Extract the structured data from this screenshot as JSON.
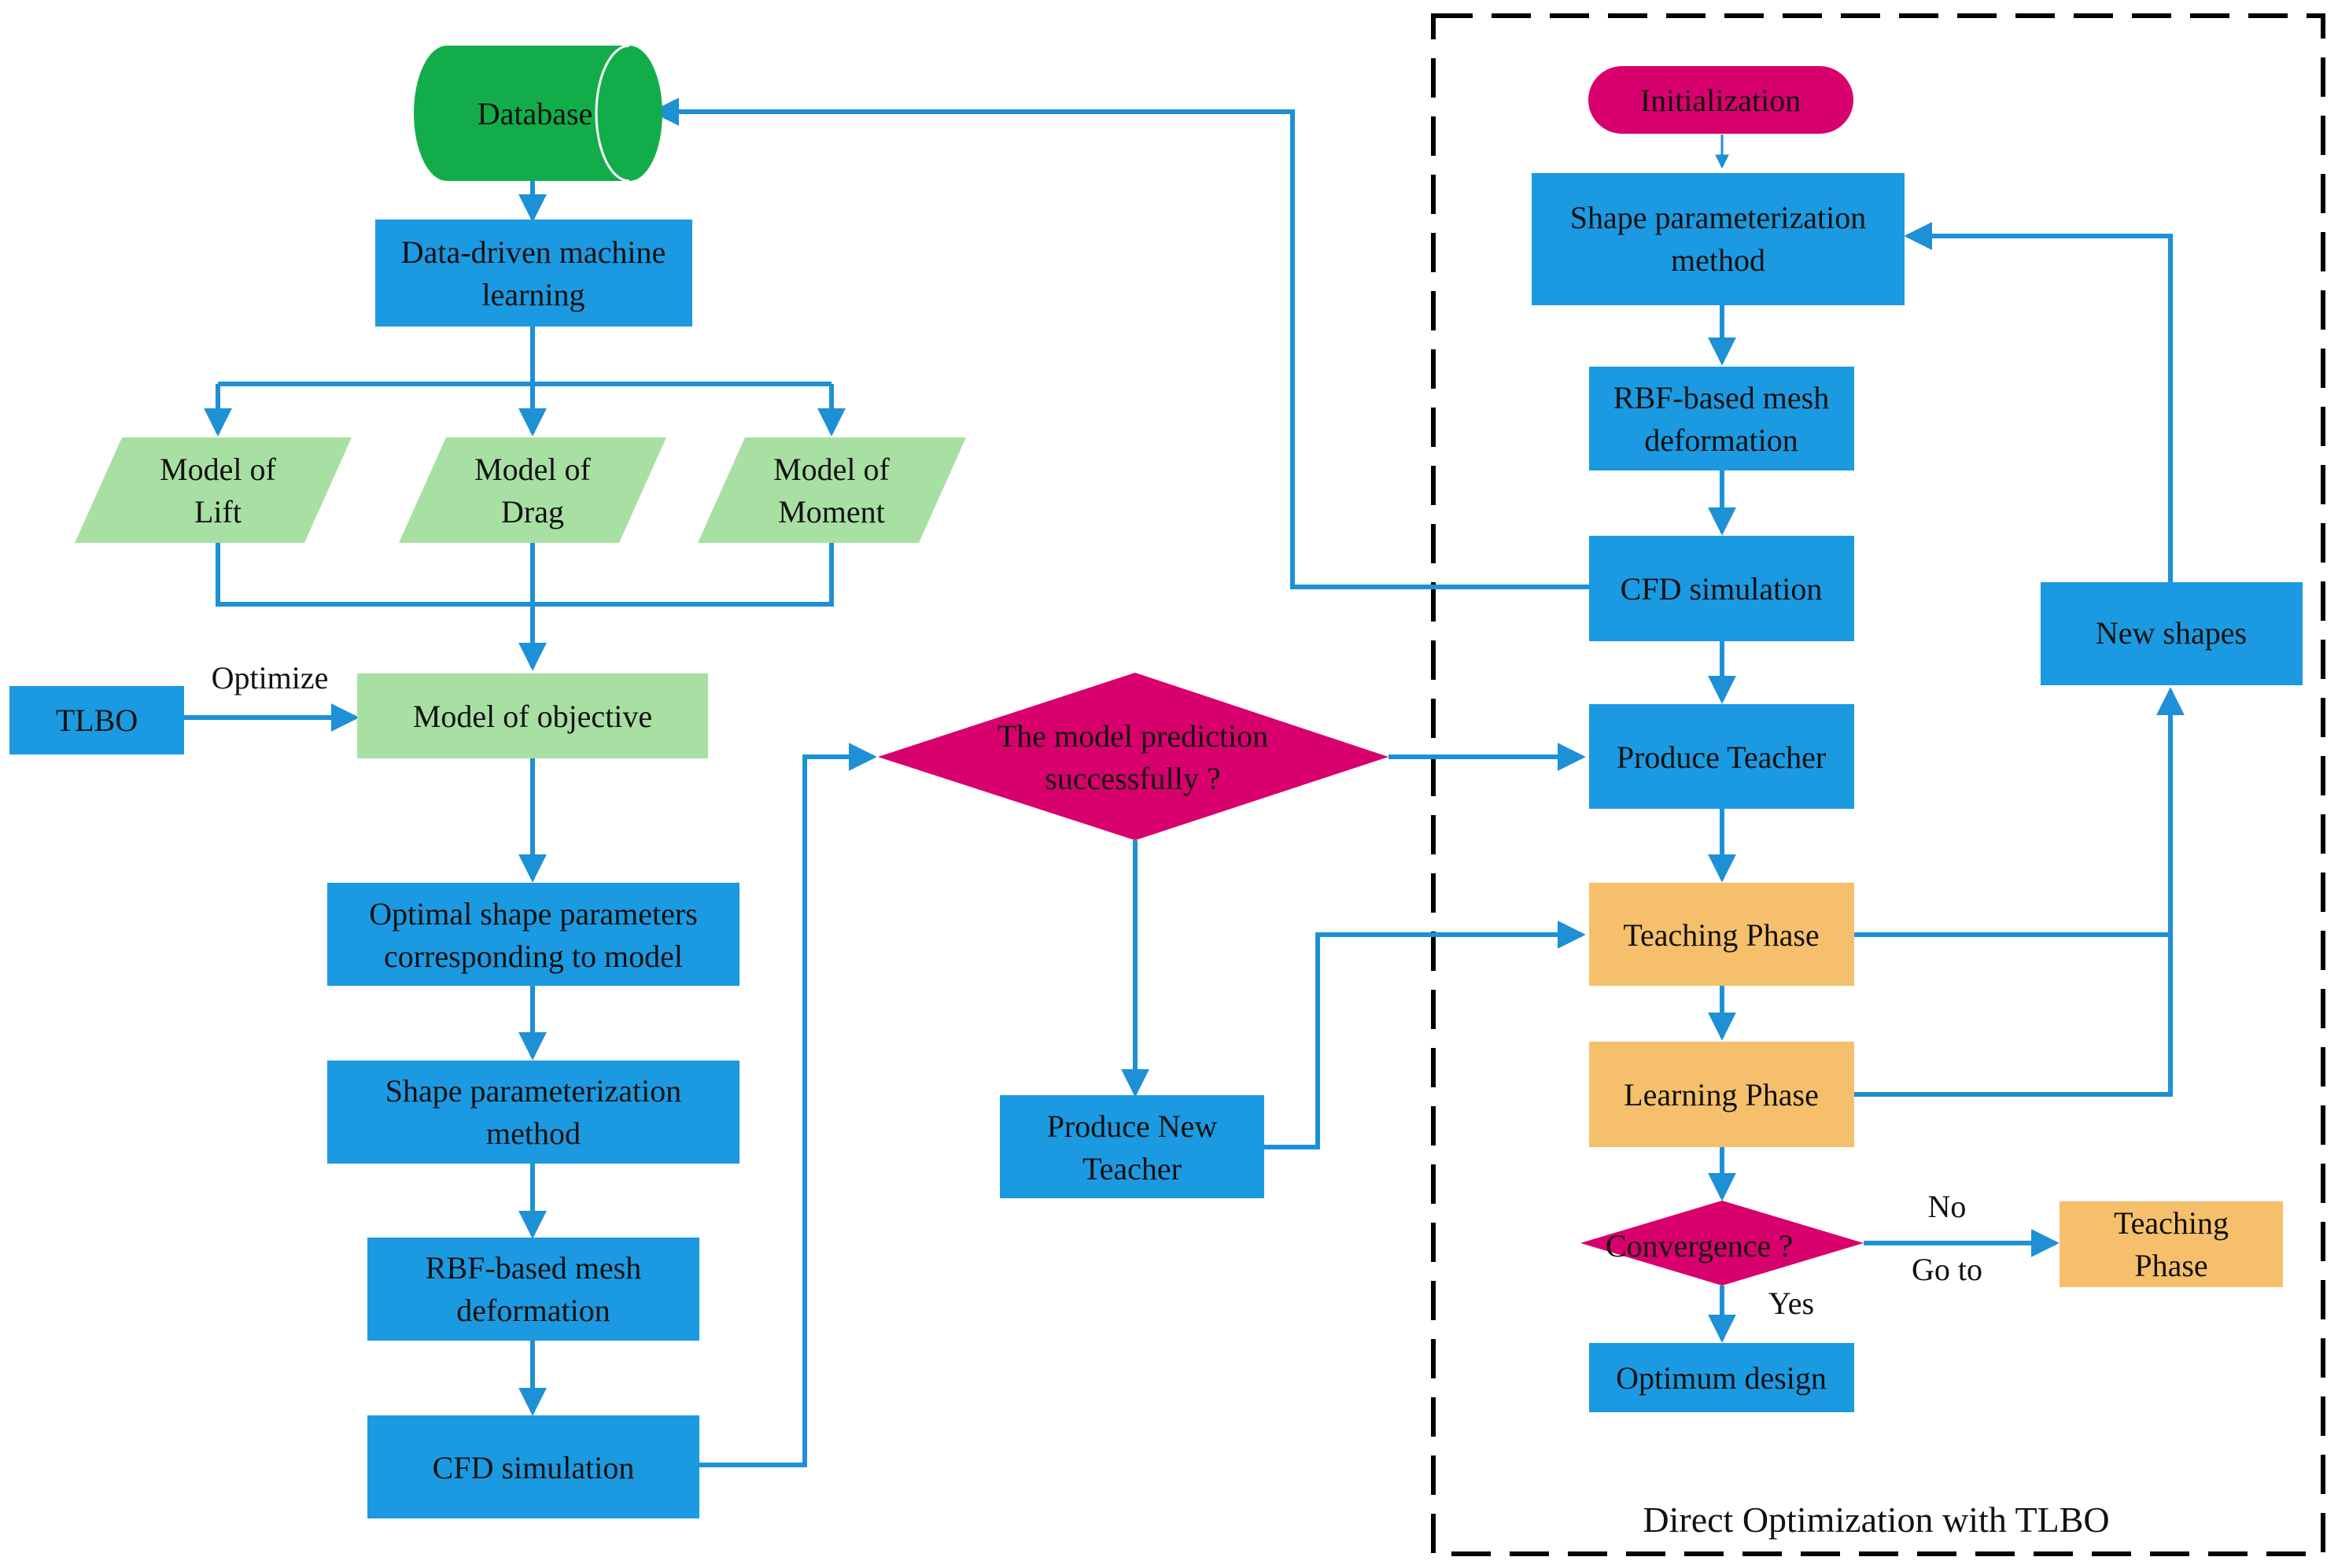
{
  "colors": {
    "blue": "#1b9ae1",
    "green_db": "#12ad4a",
    "light_green": "#a8e0a3",
    "magenta": "#d8006c",
    "orange": "#f6bf6b",
    "arrow": "#1e90d6",
    "border": "#000000"
  },
  "nodes": {
    "database": {
      "lines": [
        "Database"
      ],
      "shape": "cylinder"
    },
    "ml": {
      "lines": [
        "Data-driven machine",
        "learning"
      ],
      "shape": "rect"
    },
    "lift": {
      "lines": [
        "Model of",
        "Lift"
      ],
      "shape": "parallelogram"
    },
    "drag": {
      "lines": [
        "Model of",
        "Drag"
      ],
      "shape": "parallelogram"
    },
    "moment": {
      "lines": [
        "Model of",
        "Moment"
      ],
      "shape": "parallelogram"
    },
    "tlbo": {
      "lines": [
        "TLBO"
      ],
      "shape": "rect"
    },
    "objective": {
      "lines": [
        "Model of objective"
      ],
      "shape": "rect"
    },
    "optimal": {
      "lines": [
        "Optimal shape parameters",
        "corresponding to model"
      ],
      "shape": "rect"
    },
    "shape_left": {
      "lines": [
        "Shape parameterization",
        "method"
      ],
      "shape": "rect"
    },
    "rbf_left": {
      "lines": [
        "RBF-based mesh",
        "deformation"
      ],
      "shape": "rect"
    },
    "cfd_left": {
      "lines": [
        "CFD simulation"
      ],
      "shape": "rect"
    },
    "prediction": {
      "lines": [
        "The model prediction",
        "successfully ?"
      ],
      "shape": "diamond"
    },
    "new_teacher": {
      "lines": [
        "Produce New",
        "Teacher"
      ],
      "shape": "rect"
    },
    "init": {
      "lines": [
        "Initialization"
      ],
      "shape": "terminal"
    },
    "shape_right": {
      "lines": [
        "Shape parameterization",
        "method"
      ],
      "shape": "rect"
    },
    "rbf_right": {
      "lines": [
        "RBF-based mesh",
        "deformation"
      ],
      "shape": "rect"
    },
    "cfd_right": {
      "lines": [
        "CFD simulation"
      ],
      "shape": "rect"
    },
    "produce_teacher": {
      "lines": [
        "Produce Teacher"
      ],
      "shape": "rect"
    },
    "teaching": {
      "lines": [
        "Teaching Phase"
      ],
      "shape": "rect"
    },
    "learning": {
      "lines": [
        "Learning Phase"
      ],
      "shape": "rect"
    },
    "convergence": {
      "lines": [
        "Convergence ?"
      ],
      "shape": "diamond"
    },
    "optimum": {
      "lines": [
        "Optimum design"
      ],
      "shape": "rect"
    },
    "new_shapes": {
      "lines": [
        "New shapes"
      ],
      "shape": "rect"
    },
    "teaching_goto": {
      "lines": [
        "Teaching",
        "Phase"
      ],
      "shape": "rect"
    }
  },
  "labels": {
    "optimize": "Optimize",
    "no": "No",
    "goto": "Go to",
    "yes": "Yes",
    "direct": "Direct Optimization with TLBO"
  }
}
